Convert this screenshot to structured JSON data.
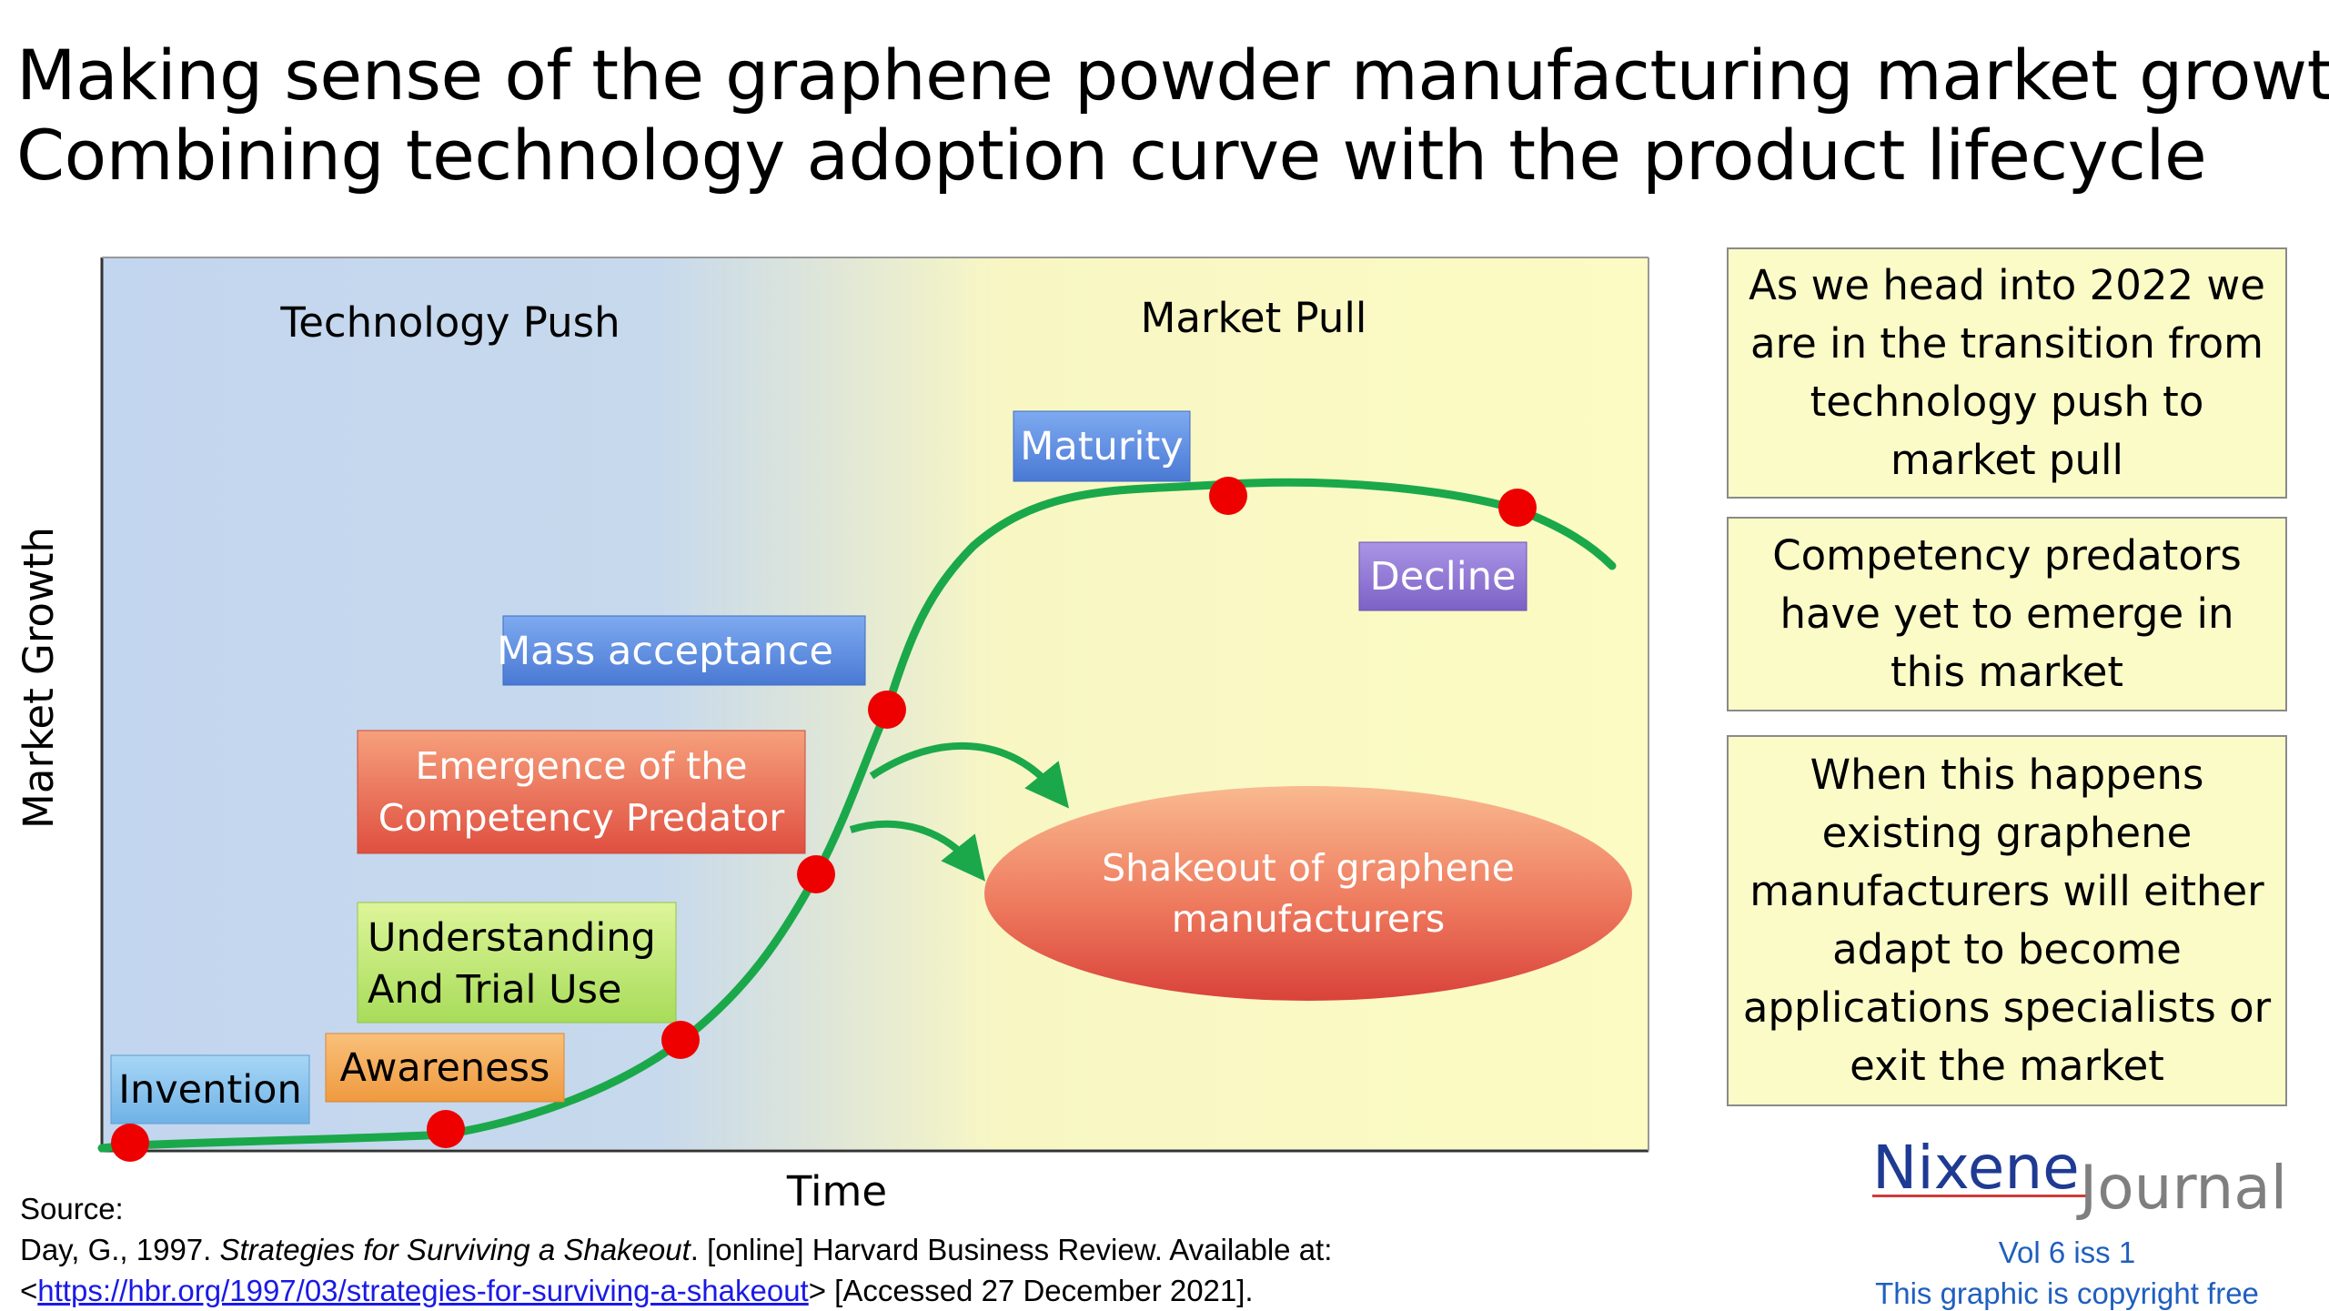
{
  "title": {
    "line1": "Making sense of the graphene powder manufacturing market growth",
    "line2": "Combining technology adoption curve with the product lifecycle"
  },
  "diagram": {
    "y_axis_label": "Market Growth",
    "x_axis_label": "Time",
    "phase_left": "Technology Push",
    "phase_right": "Market Pull",
    "stages": [
      {
        "id": "invention",
        "lines": [
          "Invention"
        ],
        "color": "#8fc6ee"
      },
      {
        "id": "awareness",
        "lines": [
          "Awareness"
        ],
        "color": "#f3a95a"
      },
      {
        "id": "understanding",
        "lines": [
          "Understanding",
          "And Trial Use"
        ],
        "color": "#c9ec7c"
      },
      {
        "id": "competency",
        "lines": [
          "Emergence of the",
          "Competency Predator"
        ],
        "color": "#e8705a"
      },
      {
        "id": "mass",
        "lines": [
          "Mass acceptance"
        ],
        "color": "#5e8fe0"
      },
      {
        "id": "maturity",
        "lines": [
          "Maturity"
        ],
        "color": "#5e8fe0"
      },
      {
        "id": "decline",
        "lines": [
          "Decline"
        ],
        "color": "#9278d6"
      }
    ],
    "shakeout_lines": [
      "Shakeout of graphene",
      "manufacturers"
    ],
    "curve_color": "#1ba84a",
    "marker_color": "#ee0000"
  },
  "sidebar": {
    "box1": "As we head into 2022 we are in the transition from technology push to market pull",
    "box2": "Competency predators have yet to emerge in this market",
    "box3": "When this happens existing graphene manufacturers will either adapt to become applications specialists or exit the market"
  },
  "source": {
    "label": "Source:",
    "line1_prefix": "Day, G., 1997. ",
    "line1_italic": "Strategies for Surviving a Shakeout",
    "line1_suffix": ". [online] Harvard Business Review. Available at:",
    "line2_open": "<",
    "line2_url": "https://hbr.org/1997/03/strategies-for-surviving-a-shakeout",
    "line2_suffix": "> [Accessed 27 December 2021]."
  },
  "logo": {
    "brand": "Nixene",
    "suffix": "Journal",
    "volume": "Vol 6 iss 1",
    "notice": "This graphic is copyright free"
  }
}
